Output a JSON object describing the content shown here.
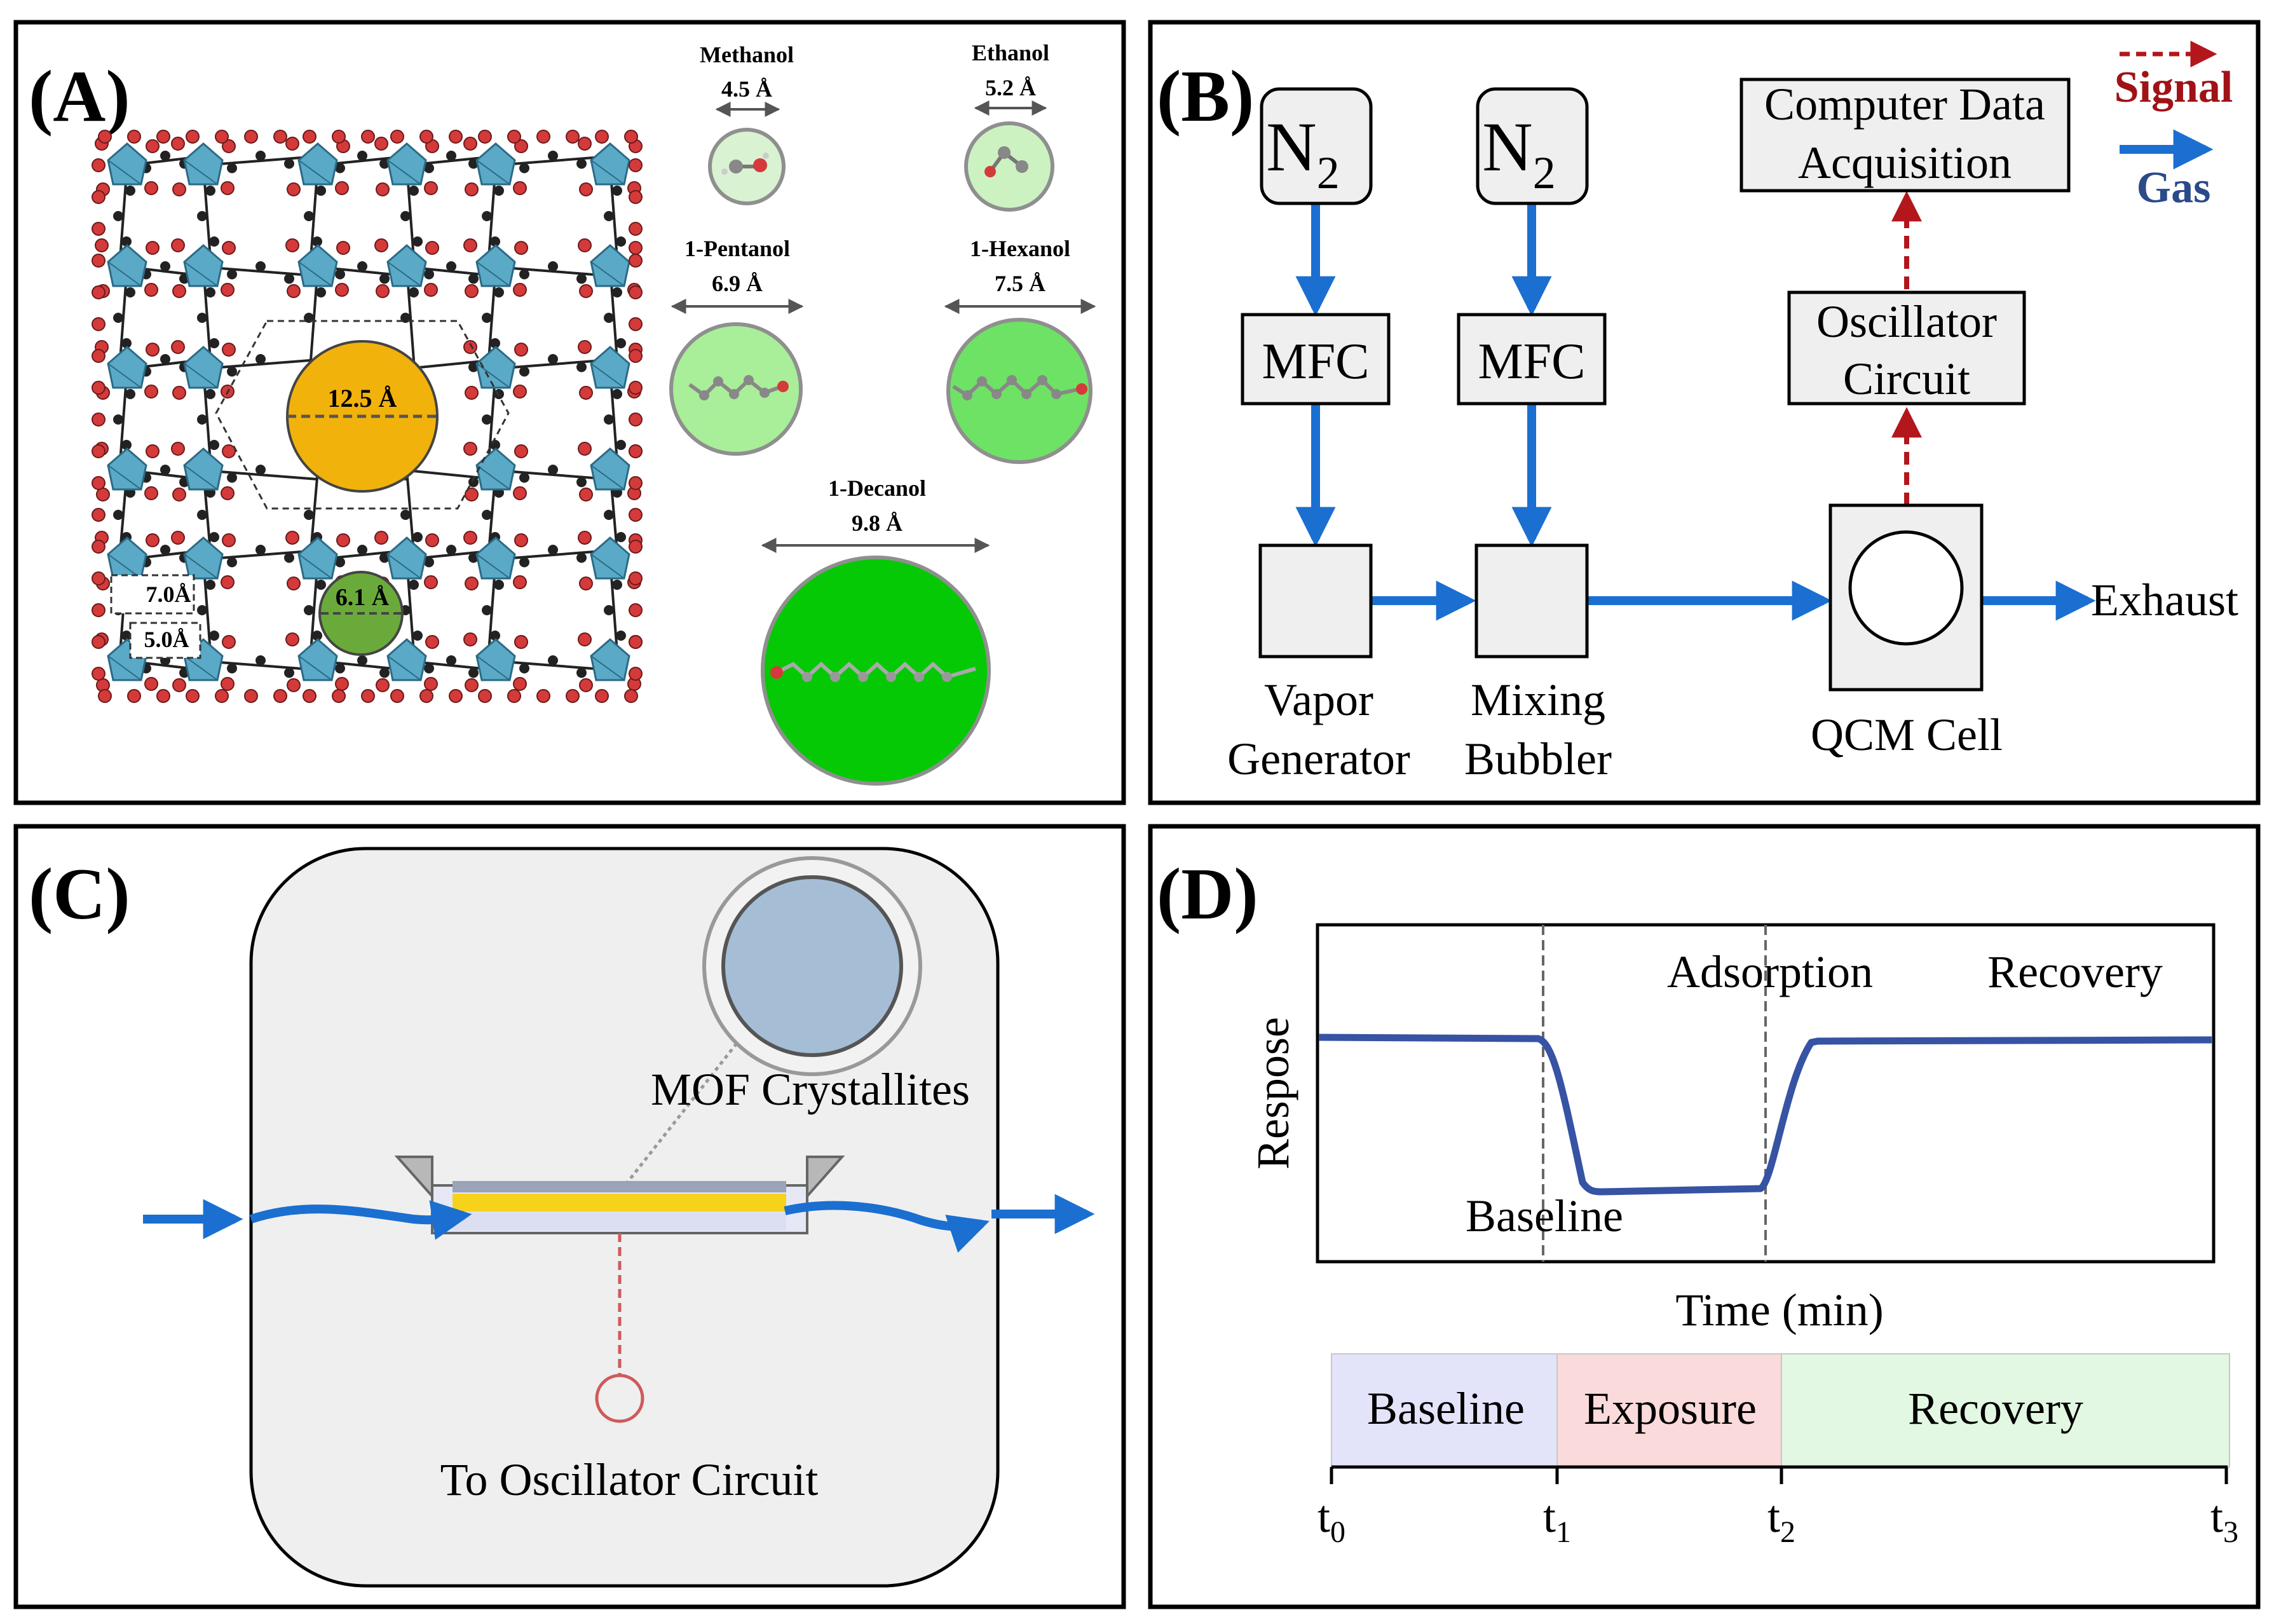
{
  "panel_a": {
    "label": "(A)",
    "pores": {
      "large": "12.5 Å",
      "small": "6.1 Å",
      "window_top": "7.0Å",
      "window_bottom": "5.0Å"
    },
    "molecules": [
      {
        "name": "Methanol",
        "size": "4.5 Å"
      },
      {
        "name": "Ethanol",
        "size": "5.2 Å"
      },
      {
        "name": "1-Pentanol",
        "size": "6.9 Å"
      },
      {
        "name": "1-Hexanol",
        "size": "7.5 Å"
      },
      {
        "name": "1-Decanol",
        "size": "9.8 Å"
      }
    ],
    "colors": {
      "cluster": "#5aa9c7",
      "oxygen": "#d43a3a",
      "carbon": "#222222",
      "pore_large": "#f2b20c",
      "pore_small": "#6aaa3a"
    }
  },
  "panel_b": {
    "label": "(B)",
    "n2_main": "N",
    "n2_sub": "2",
    "mfc": "MFC",
    "vapor_generator": [
      "Vapor",
      "Generator"
    ],
    "mixing_bubbler": [
      "Mixing",
      "Bubbler"
    ],
    "qcm_cell": "QCM Cell",
    "exhaust": "Exhaust",
    "oscillator": [
      "Oscillator",
      "Circuit"
    ],
    "daq": [
      "Computer Data",
      "Acquisition"
    ],
    "legend": {
      "signal": "Signal",
      "gas": "Gas"
    },
    "colors": {
      "gas": "#1a6fd1",
      "signal": "#b3161b",
      "box": "#efefef"
    }
  },
  "panel_c": {
    "label": "(C)",
    "mof": "MOF Crystallites",
    "oscillator": "To Oscillator Circuit",
    "colors": {
      "crystal": "#a6bdd6",
      "film": "#f6d21a",
      "flow": "#1a6fd1"
    }
  },
  "panel_d": {
    "label": "(D)",
    "adsorption": "Adsorption",
    "recovery": "Recovery",
    "baseline": "Baseline",
    "ylabel": "Respose",
    "xlabel": "Time (min)",
    "phases": [
      {
        "label": "Baseline",
        "color": "#e3e4fa"
      },
      {
        "label": "Exposure",
        "color": "#fadadb"
      },
      {
        "label": "Recovery",
        "color": "#e2f8e2"
      }
    ],
    "ticks": [
      {
        "t": "t",
        "sub": "0"
      },
      {
        "t": "t",
        "sub": "1"
      },
      {
        "t": "t",
        "sub": "2"
      },
      {
        "t": "t",
        "sub": "3"
      }
    ],
    "curve_color": "#3653a4"
  }
}
